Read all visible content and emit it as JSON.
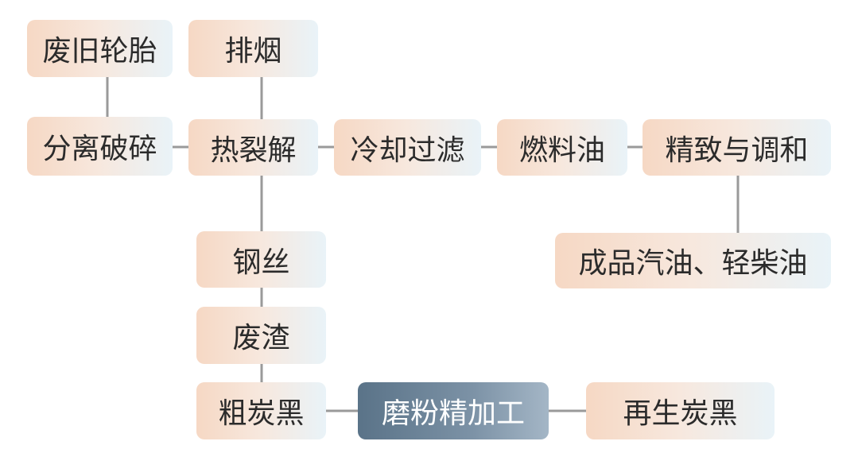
{
  "nodes": {
    "waste_tire": "废旧轮胎",
    "smoke_exhaust": "排烟",
    "separate_crush": "分离破碎",
    "pyrolysis": "热裂解",
    "cool_filter": "冷却过滤",
    "fuel_oil": "燃料油",
    "refine_blend": "精致与调和",
    "finished_products": "成品汽油、轻柴油",
    "steel_wire": "钢丝",
    "waste_residue": "废渣",
    "crude_carbon_black": "粗炭黑",
    "grinding_processing": "磨粉精加工",
    "recycled_carbon_black": "再生炭黑"
  },
  "colors": {
    "node_gradient_start": "#f6d8c4",
    "node_gradient_end": "#e9f3f8",
    "highlight_node": "#5a7388",
    "connector": "#9a9a9a"
  }
}
